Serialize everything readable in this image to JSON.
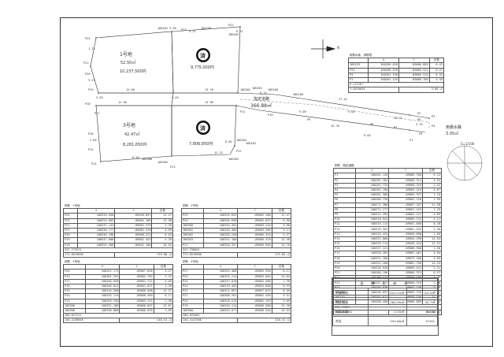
{
  "lot1": {
    "name": "1号地",
    "area": "52.50㎡",
    "price": "10,237,500円",
    "price_alt": "9,7?5,000円",
    "sold": "済"
  },
  "lot3": {
    "name": "3号地",
    "area": "42.47㎡",
    "price": "8,281,650円",
    "price_alt": "7,806,850円",
    "sold": "済"
  },
  "road": {
    "name": "指定道路",
    "area": "366.88㎡"
  },
  "drain": {
    "name": "用悪水路",
    "area": "3.05㎡"
  },
  "scale": "S=1/100",
  "north_label": "N",
  "edge_labels": [
    "12.58",
    "13.76",
    "12.58",
    "13.98",
    "8.14",
    "27.42",
    "9.05",
    "10.71",
    "3.13",
    "2.85",
    "3.65",
    "1.27",
    "5.58",
    "5.11",
    "6.11",
    "5.49",
    "6.50",
    "12.32",
    "6.85",
    "9.09",
    "9.05",
    "3.33",
    "15.78"
  ],
  "points": [
    "P24",
    "P23",
    "P22",
    "P21",
    "P20",
    "P19",
    "P18",
    "P17",
    "P16",
    "P15",
    "P14",
    "P13",
    "P12",
    "P11",
    "P10",
    "P9",
    "P8",
    "P7",
    "P6",
    "P5",
    "P4",
    "P3",
    "P2",
    "P1",
    "16D101",
    "16D158",
    "16D203",
    "16D202",
    "16D201",
    "16D300",
    "16D302",
    "16D303",
    "16D304",
    "16D182",
    "16D186",
    "16D106"
  ],
  "table_drain": {
    "title": "用悪水路　求積表",
    "headers": [
      "",
      "X",
      "Y",
      "辺長"
    ],
    "rows": [
      [
        "16D193",
        "100260.458",
        "-89066.889",
        "6.43"
      ],
      [
        "P25",
        "100260.320",
        "-89065.321",
        "0.47"
      ],
      [
        "P4",
        "100261.190",
        "-89065.316",
        "6.32"
      ],
      [
        "P1",
        "100261.126",
        "-89066.766",
        "3.40"
      ]
    ],
    "double_area": "6.111267",
    "area": "3.0555635",
    "area_round": "3.05 ㎡"
  },
  "table_road": {
    "title": "求積　指定道路",
    "headers": [
      "",
      "X",
      "Y",
      "辺長"
    ],
    "rows": [
      [
        "P1",
        "100261.126",
        "-89066.766",
        "6.12"
      ],
      [
        "P2",
        "100261.184",
        "-89060.314",
        "5.53"
      ],
      [
        "P3",
        "100261.725",
        "-89068.316",
        "2.42"
      ],
      [
        "P4",
        "100261.190",
        "-89065.316",
        "5.67"
      ],
      [
        "P5",
        "100261.380",
        "-89065.357",
        "3.10"
      ],
      [
        "P6",
        "100266.730",
        "-89065.118",
        "1.99"
      ],
      [
        "P7",
        "100271.380",
        "-89067.207",
        "21.58"
      ],
      [
        "P8",
        "100272.277",
        "-89067.429",
        "1.29"
      ],
      [
        "P9",
        "100312.394",
        "-89064.127",
        "4.09"
      ],
      [
        "P10",
        "100318.941",
        "-89065.231",
        "4.11"
      ],
      [
        "P11",
        "100319.114",
        "-89061.686",
        "8.20"
      ],
      [
        "P12",
        "100319.301",
        "-89061.432",
        "1.30"
      ],
      [
        "P13",
        "100319.453",
        "-89050.600",
        "2.60"
      ],
      [
        "P14",
        "100321.000",
        "-89054.290",
        "14.04"
      ],
      [
        "P15",
        "100319.114",
        "-89048.444",
        "12.51"
      ],
      [
        "P16",
        "100327.121",
        "-89086.908",
        "1.30"
      ],
      [
        "P17",
        "100328.363",
        "-89087.461",
        "4.04"
      ],
      [
        "P18",
        "100321.100",
        "-89075.106",
        "5.05"
      ],
      [
        "P19",
        "100321.260",
        "-89081.768",
        "14.53"
      ],
      [
        "P20",
        "100318.920",
        "-89069.441",
        "1.21"
      ],
      [
        "P21",
        "100268.190",
        "-89060.323",
        "0.97"
      ],
      [
        "P22",
        "100268.127",
        "-89060.496",
        "4.48"
      ],
      [
        "P23",
        "100257.117",
        "-89060.316",
        "1.70"
      ],
      [
        "P24",
        "100256.638",
        "-89062.148",
        "5.30"
      ],
      [
        "16D186",
        "100260.657",
        "-89063.726",
        "6.11"
      ],
      [
        "16D193",
        "100261.611",
        "-89059.136",
        "21.85"
      ],
      [
        "16D194",
        "100260.458",
        "-89066.889",
        "4.02"
      ]
    ],
    "double_area": "733.76897",
    "area": "366.884280",
    "area_round": "366.88 ㎡"
  },
  "table_lot1": {
    "title": "求積　1号地",
    "headers": [
      "",
      "X",
      "Y",
      "辺長"
    ],
    "rows": [
      [
        "P24",
        "100334.650",
        "-89036.697",
        "12.47"
      ],
      [
        "P23",
        "100324.803",
        "-89062.186",
        "12.58"
      ],
      [
        "P22",
        "100337.144",
        "-89062.379",
        "5.30"
      ],
      [
        "P21",
        "100346.177",
        "-89062.478",
        "4.09"
      ],
      [
        "P20",
        "100346.196",
        "-89060.221",
        "0.03"
      ],
      [
        "P19",
        "100347.006",
        "-89062.442",
        "5.26"
      ],
      [
        "P18",
        "100351.300",
        "-89042.180",
        "16.92"
      ]
    ],
    "double_area": "347.773211",
    "area": "173.8619605",
    "area_round": "173.86 ㎡"
  },
  "table_lot2": {
    "title": "求積　2号地",
    "headers": [
      "",
      "X",
      "Y",
      "辺長"
    ],
    "rows": [
      [
        "P25",
        "100324.632",
        "-89062.180",
        "12.47"
      ],
      [
        "P24",
        "100334.650",
        "-89062.697",
        "6.50"
      ],
      [
        "16D300",
        "100334.302",
        "-89063.416",
        "5.96"
      ],
      [
        "16D301",
        "100320.360",
        "-89063.289",
        "5.11"
      ],
      [
        "16D302",
        "100335.250",
        "-89065.315",
        "4.27"
      ],
      [
        "16D303",
        "100331.180",
        "-89066.470",
        "12.46"
      ],
      [
        "P21",
        "100320.357",
        "-89065.905",
        "13.76"
      ]
    ],
    "double_area": "347.790001",
    "area": "173.8519900",
    "area_round": "173.85 ㎡"
  },
  "table_lot3": {
    "title": "求積　3号地",
    "headers": [
      "",
      "X",
      "Y",
      "辺長"
    ],
    "rows": [
      [
        "P20",
        "100321.173",
        "-89067.028",
        "5.27"
      ],
      [
        "P19",
        "100301.292",
        "-89062.769",
        "3.31"
      ],
      [
        "P17",
        "100346.050",
        "-89061.712",
        "4.09"
      ],
      [
        "P16",
        "100346.021",
        "-89061.637",
        "1.30"
      ],
      [
        "P15",
        "100316.280",
        "-89066.688",
        "12.37"
      ],
      [
        "P14",
        "100335.114",
        "-89068.409",
        "6.11"
      ],
      [
        "P13",
        "100335.250",
        "-89065.315",
        "2.98"
      ],
      [
        "16D300",
        "100331.186",
        "-89066.867",
        "12.81"
      ],
      [
        "16D300",
        "100330.888",
        "-89066.839",
        "3.09"
      ]
    ],
    "double_area": "280.827211",
    "area": "140.4136605",
    "area_round": "140.41 ㎡"
  },
  "table_lot4": {
    "title": "求積　4号地",
    "headers": [
      "",
      "X",
      "Y",
      "辺長"
    ],
    "rows": [
      [
        "P27",
        "100324.468",
        "-89065.390",
        "8.11"
      ],
      [
        "P25",
        "100325.114",
        "-89063.664",
        "14.04"
      ],
      [
        "P24",
        "100327.078",
        "-89062.466",
        "1.30"
      ],
      [
        "P23",
        "100319.453",
        "-89054.600",
        "6.53"
      ],
      [
        "P22",
        "100311.697",
        "-89057.622",
        "8.59"
      ],
      [
        "P21",
        "100308.261",
        "-89061.426",
        "9.91"
      ],
      [
        "P20",
        "100318.216",
        "-89062.193",
        "3.09"
      ],
      [
        "P19",
        "100310.114",
        "-89066.588",
        "12.38"
      ],
      [
        "16D300",
        "100323.077",
        "-89066.346",
        "15.94"
      ]
    ],
    "double_area": "280.829481",
    "area": "140.4147400",
    "area_round": "140.41 ㎡"
  },
  "summary": {
    "title": "面　積　比　較　表",
    "rows": [
      {
        "label": "分譲用地",
        "area": "629.53㎡",
        "ratio": "63.0%"
      },
      {
        "label": "指定道路",
        "area": "366.88㎡",
        "ratio": "36.7%"
      },
      {
        "label": "用悪水路",
        "area": "3.05㎡",
        "ratio": "0.3%"
      },
      {
        "label": "合計",
        "area": "999.46㎡",
        "ratio": "100%"
      }
    ]
  }
}
